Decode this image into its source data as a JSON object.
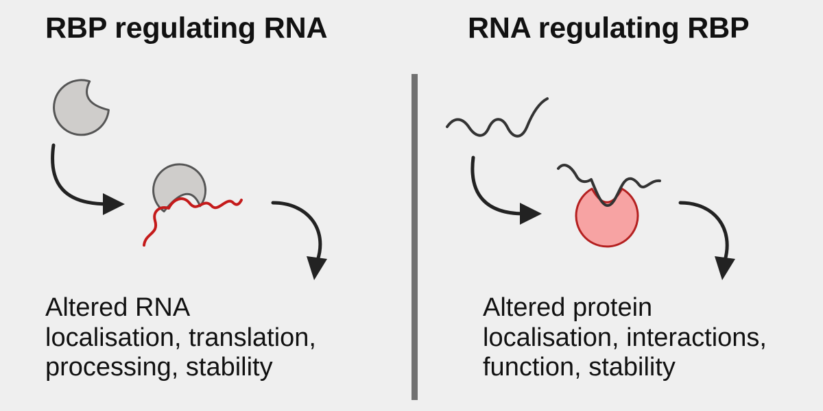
{
  "left_panel": {
    "title": "RBP regulating RNA",
    "description": [
      "Altered RNA",
      "localisation, translation,",
      "processing, stability"
    ]
  },
  "right_panel": {
    "title": "RNA regulating RBP",
    "description": [
      "Altered protein",
      "localisation, interactions,",
      "function, stability"
    ]
  },
  "colors": {
    "background": "#efefef",
    "protein_gray": "#cfcdcb",
    "protein_red": "#f7a3a3",
    "rna_red": "#c41a1a",
    "rna_gray": "#333333",
    "arrow": "#222222",
    "divider": "#707070"
  }
}
